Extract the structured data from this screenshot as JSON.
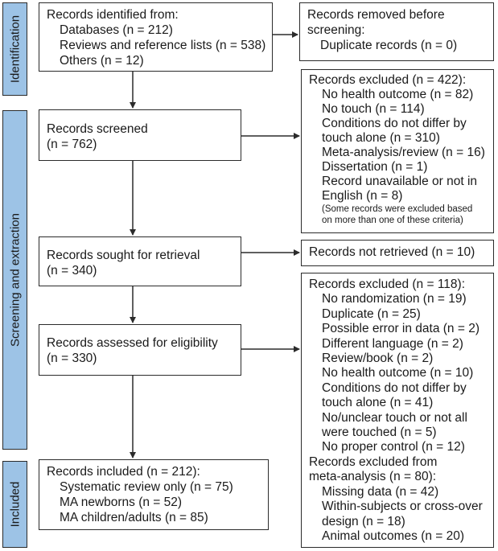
{
  "phases": {
    "identification": "Identification",
    "screening": "Screening and extraction",
    "included": "Included"
  },
  "identified": {
    "title": "Records identified from:",
    "items": [
      "Databases (n = 212)",
      "Reviews and reference lists (n = 538)",
      "Others (n = 12)"
    ]
  },
  "removed": {
    "title": "Records removed before screening:",
    "title_line1": "Records removed before",
    "title_line2": "screening:",
    "items": [
      "Duplicate records (n = 0)"
    ]
  },
  "screened": {
    "line1": "Records screened",
    "line2": "(n = 762)"
  },
  "excluded1": {
    "title": "Records excluded (n = 422):",
    "items": [
      "No health outcome (n = 82)",
      "No touch (n = 114)",
      "Conditions do not differ by",
      "touch alone (n = 310)",
      "Meta-analysis/review (n = 16)",
      "Dissertation (n = 1)",
      "Record unavailable or not in",
      "English (n = 8)"
    ],
    "note_line1": "(Some records were excluded based",
    "note_line2": "on more than one of these criteria)"
  },
  "sought": {
    "line1": "Records sought for retrieval",
    "line2": "(n = 340)"
  },
  "not_retrieved": {
    "text": "Records not retrieved (n = 10)"
  },
  "assessed": {
    "line1": "Records assessed for eligibility",
    "line2": "(n = 330)"
  },
  "excluded2": {
    "title": "Records excluded (n = 118):",
    "items": [
      "No randomization (n = 19)",
      "Duplicate (n = 25)",
      "Possible error in data (n = 2)",
      "Different language (n = 2)",
      "Review/book (n = 2)",
      "No health outcome (n = 10)",
      "Conditions do not differ by",
      "touch alone (n = 41)",
      "No/unclear touch or not all",
      "were touched (n = 5)",
      "No proper control (n = 12)"
    ],
    "ma_title_line1": "Records excluded from",
    "ma_title_line2": "meta-analysis (n = 80):",
    "ma_items": [
      "Missing data (n = 42)",
      "Within-subjects or cross-over",
      "design (n = 18)",
      "Animal outcomes (n = 20)"
    ]
  },
  "included": {
    "title": "Records included (n = 212):",
    "items": [
      "Systematic review only (n = 75)",
      "MA newborns (n = 52)",
      "MA children/adults (n = 85)"
    ]
  },
  "colors": {
    "phase_fill": "#9dc3e6",
    "border": "#2b2b2b"
  }
}
